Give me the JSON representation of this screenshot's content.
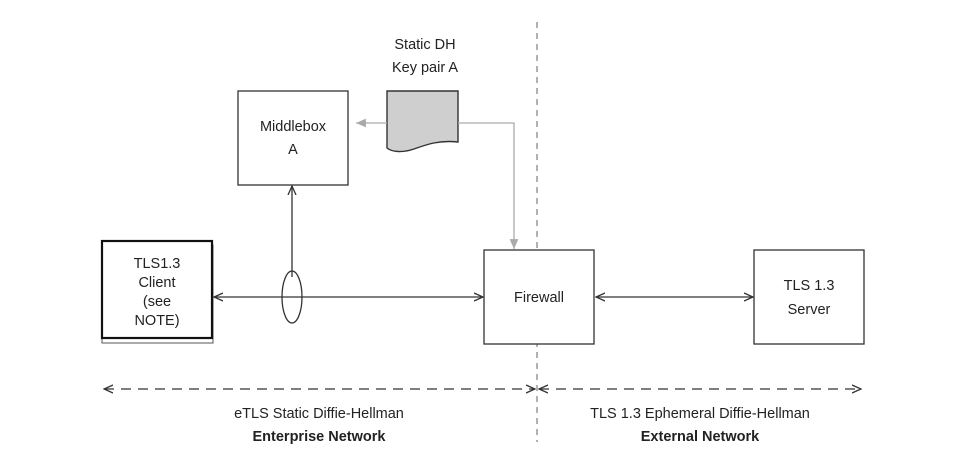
{
  "diagram": {
    "key_pair": {
      "label_line1": "Static DH",
      "label_line2": "Key pair A",
      "fill_color": "#cfcfcf"
    },
    "middlebox": {
      "label_line1": "Middlebox",
      "label_line2": "A"
    },
    "client": {
      "label_line1": "TLS1.3",
      "label_line2": "Client",
      "label_line3": "(see",
      "label_line4": "NOTE)"
    },
    "firewall": {
      "label": "Firewall"
    },
    "server": {
      "label_line1": "TLS 1.3",
      "label_line2": "Server"
    },
    "zones": {
      "enterprise": {
        "protocol": "eTLS Static Diffie-Hellman",
        "name": "Enterprise Network"
      },
      "external": {
        "protocol": "TLS 1.3 Ephemeral Diffie-Hellman",
        "name": "External Network"
      }
    },
    "colors": {
      "line": "#333333",
      "key_line": "#aaaaaa",
      "divider": "#888888"
    }
  }
}
